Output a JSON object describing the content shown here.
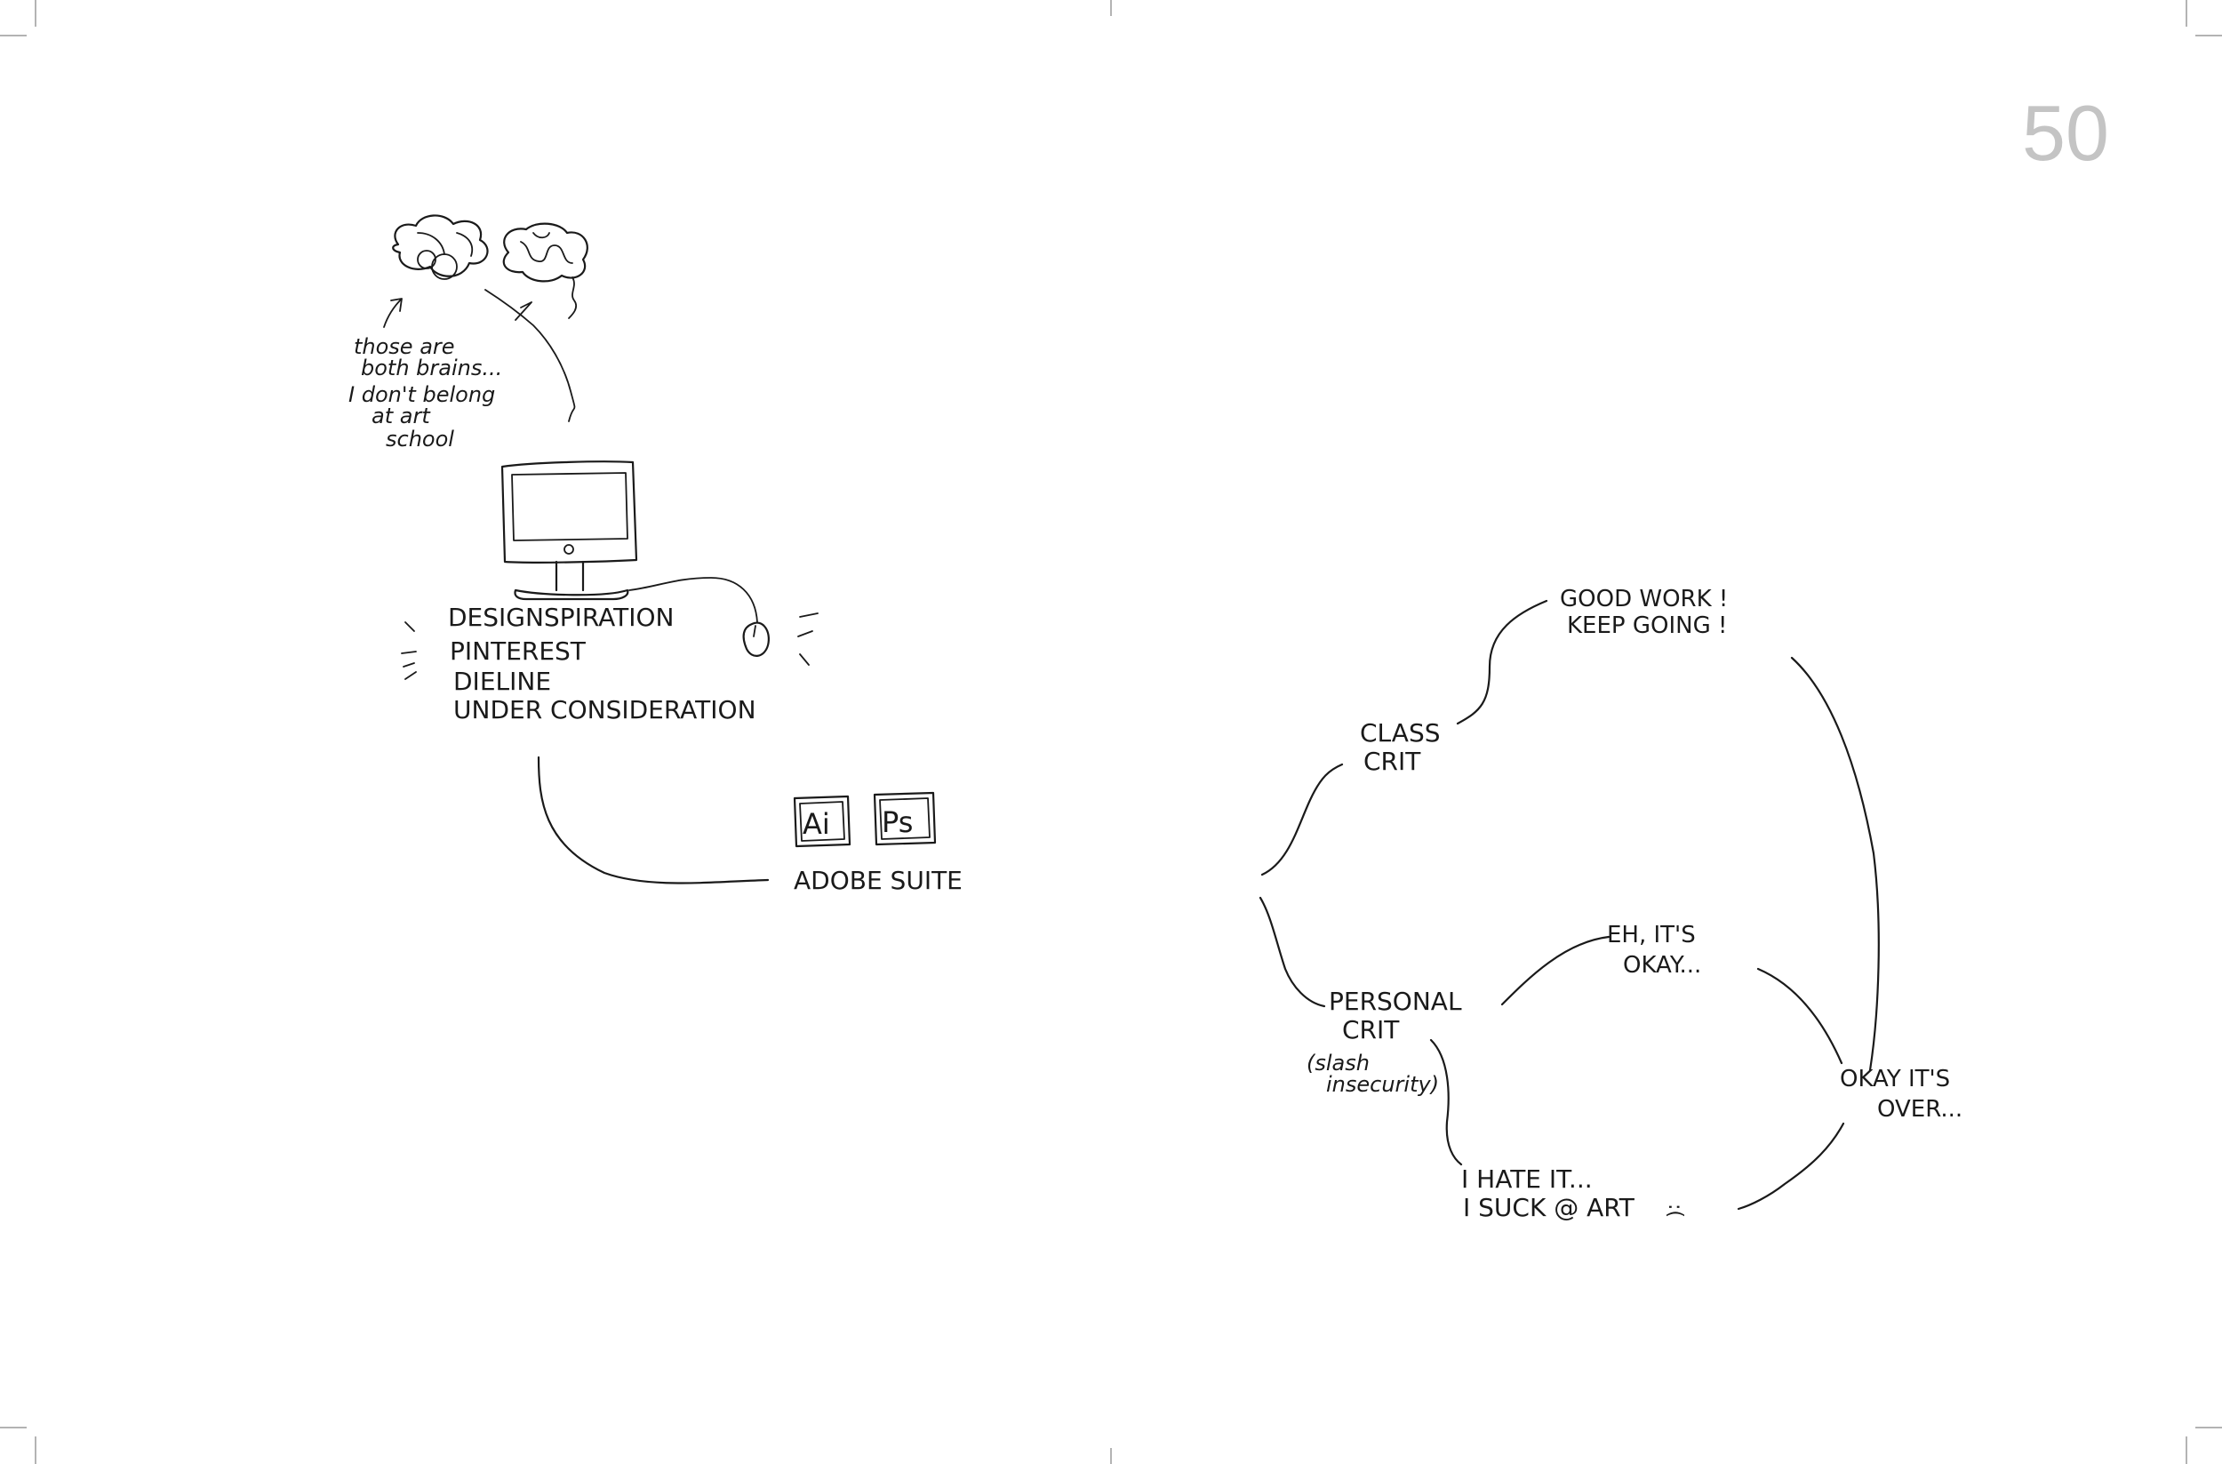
{
  "page_number": "50",
  "brains_note": [
    "those are",
    "both brains...",
    "I don't belong",
    "at art",
    "school"
  ],
  "websites": [
    "DESIGNSPIRATION",
    "PINTEREST",
    "DIELINE",
    "UNDER CONSIDERATION"
  ],
  "adobe": {
    "ai_label": "Ai",
    "ps_label": "Ps",
    "suite_label": "ADOBE SUITE"
  },
  "crit_map": {
    "class_crit": [
      "CLASS",
      "CRIT"
    ],
    "good_work": [
      "GOOD WORK !",
      "KEEP GOING !"
    ],
    "personal_crit": [
      "PERSONAL",
      "CRIT"
    ],
    "insecurity": [
      "(slash",
      "insecurity)"
    ],
    "eh_okay": [
      "EH, IT'S",
      "OKAY..."
    ],
    "hate_it": [
      "I HATE IT...",
      "I SUCK @ ART"
    ],
    "sad_face": ":(",
    "okay_over": [
      "OKAY IT'S",
      "OVER..."
    ]
  }
}
